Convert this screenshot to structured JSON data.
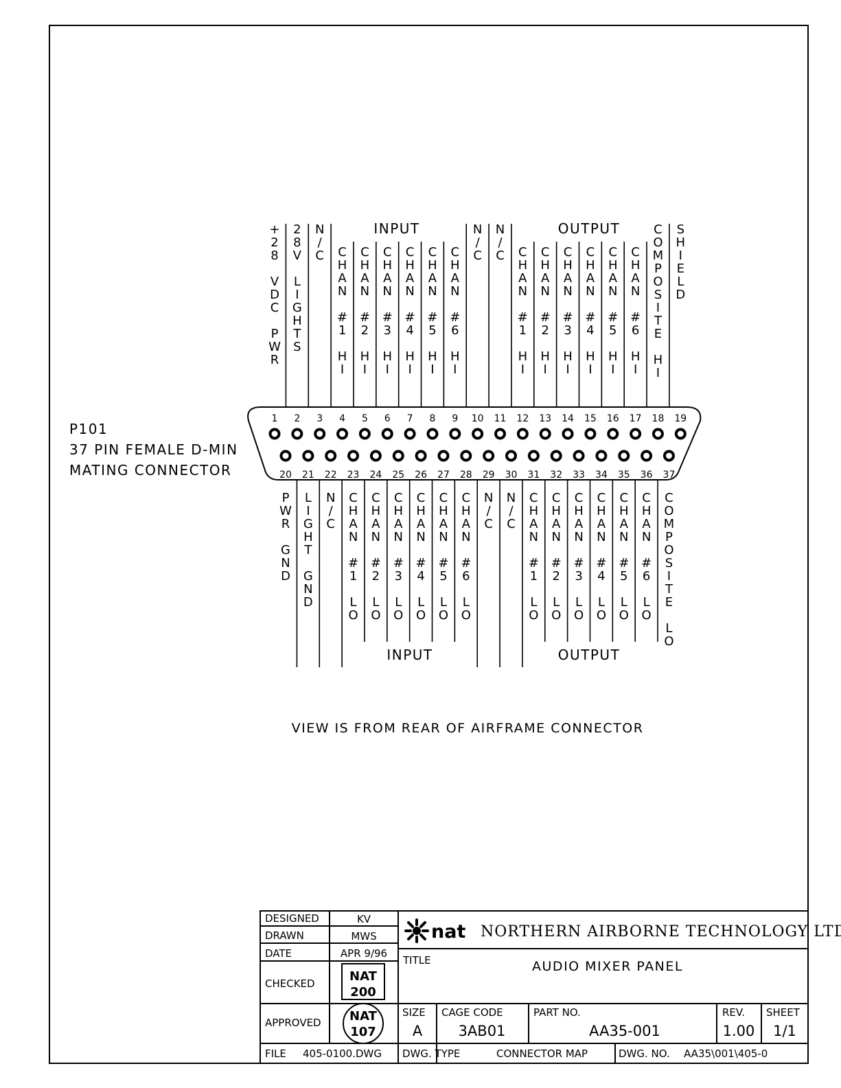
{
  "connector": {
    "designator": "P101",
    "description_line1": "37 PIN FEMALE D-MIN",
    "description_line2": "MATING CONNECTOR"
  },
  "top_groups": [
    {
      "label": "INPUT"
    },
    {
      "label": "OUTPUT"
    }
  ],
  "bottom_groups": [
    {
      "label": "INPUT"
    },
    {
      "label": "OUTPUT"
    }
  ],
  "top_pins": [
    {
      "pin": "1",
      "signal": "+28 VDC PWR"
    },
    {
      "pin": "2",
      "signal": "28V LIGHTS"
    },
    {
      "pin": "3",
      "signal": "N/C"
    },
    {
      "pin": "4",
      "signal": "CHAN #1 HI"
    },
    {
      "pin": "5",
      "signal": "CHAN #2 HI"
    },
    {
      "pin": "6",
      "signal": "CHAN #3 HI"
    },
    {
      "pin": "7",
      "signal": "CHAN #4 HI"
    },
    {
      "pin": "8",
      "signal": "CHAN #5 HI"
    },
    {
      "pin": "9",
      "signal": "CHAN #6 HI"
    },
    {
      "pin": "10",
      "signal": "N/C"
    },
    {
      "pin": "11",
      "signal": "N/C"
    },
    {
      "pin": "12",
      "signal": "CHAN #1 HI"
    },
    {
      "pin": "13",
      "signal": "CHAN #2 HI"
    },
    {
      "pin": "14",
      "signal": "CHAN #3 HI"
    },
    {
      "pin": "15",
      "signal": "CHAN #4 HI"
    },
    {
      "pin": "16",
      "signal": "CHAN #5 HI"
    },
    {
      "pin": "17",
      "signal": "CHAN #6 HI"
    },
    {
      "pin": "18",
      "signal": "COMPOSITE HI"
    },
    {
      "pin": "19",
      "signal": "SHIELD"
    }
  ],
  "bottom_pins": [
    {
      "pin": "20",
      "signal": "PWR GND"
    },
    {
      "pin": "21",
      "signal": "LIGHT GND"
    },
    {
      "pin": "22",
      "signal": "N/C"
    },
    {
      "pin": "23",
      "signal": "CHAN #1 LO"
    },
    {
      "pin": "24",
      "signal": "CHAN #2 LO"
    },
    {
      "pin": "25",
      "signal": "CHAN #3 LO"
    },
    {
      "pin": "26",
      "signal": "CHAN #4 LO"
    },
    {
      "pin": "27",
      "signal": "CHAN #5 LO"
    },
    {
      "pin": "28",
      "signal": "CHAN #6 LO"
    },
    {
      "pin": "29",
      "signal": "N/C"
    },
    {
      "pin": "30",
      "signal": "N/C"
    },
    {
      "pin": "31",
      "signal": "CHAN #1 LO"
    },
    {
      "pin": "32",
      "signal": "CHAN #2 LO"
    },
    {
      "pin": "33",
      "signal": "CHAN #3 LO"
    },
    {
      "pin": "34",
      "signal": "CHAN #4 LO"
    },
    {
      "pin": "35",
      "signal": "CHAN #5 LO"
    },
    {
      "pin": "36",
      "signal": "CHAN #6 LO"
    },
    {
      "pin": "37",
      "signal": "COMPOSITE LO"
    }
  ],
  "view_note": "VIEW IS FROM REAR OF AIRFRAME CONNECTOR",
  "title_block": {
    "designed_label": "DESIGNED",
    "designed_value": "KV",
    "drawn_label": "DRAWN",
    "drawn_value": "MWS",
    "date_label": "DATE",
    "date_value": "APR 9/96",
    "checked_label": "CHECKED",
    "checked_stamp_line1": "NAT",
    "checked_stamp_line2": "200",
    "approved_label": "APPROVED",
    "approved_stamp_line1": "NAT",
    "approved_stamp_line2": "107",
    "logo_text": "nat",
    "company": "NORTHERN AIRBORNE TECHNOLOGY LTD.",
    "title_label": "TITLE",
    "title_value": "AUDIO MIXER PANEL",
    "size_label": "SIZE",
    "size_value": "A",
    "cage_label": "CAGE CODE",
    "cage_value": "3AB01",
    "part_label": "PART NO.",
    "part_value": "AA35-001",
    "rev_label": "REV.",
    "rev_value": "1.00",
    "sheet_label": "SHEET",
    "sheet_value": "1/1",
    "file_label": "FILE",
    "file_value": "405-0100.DWG",
    "dwg_type_label": "DWG. TYPE",
    "dwg_type_value": "CONNECTOR MAP",
    "dwg_no_label": "DWG. NO.",
    "dwg_no_value": "AA35\\001\\405-0"
  }
}
